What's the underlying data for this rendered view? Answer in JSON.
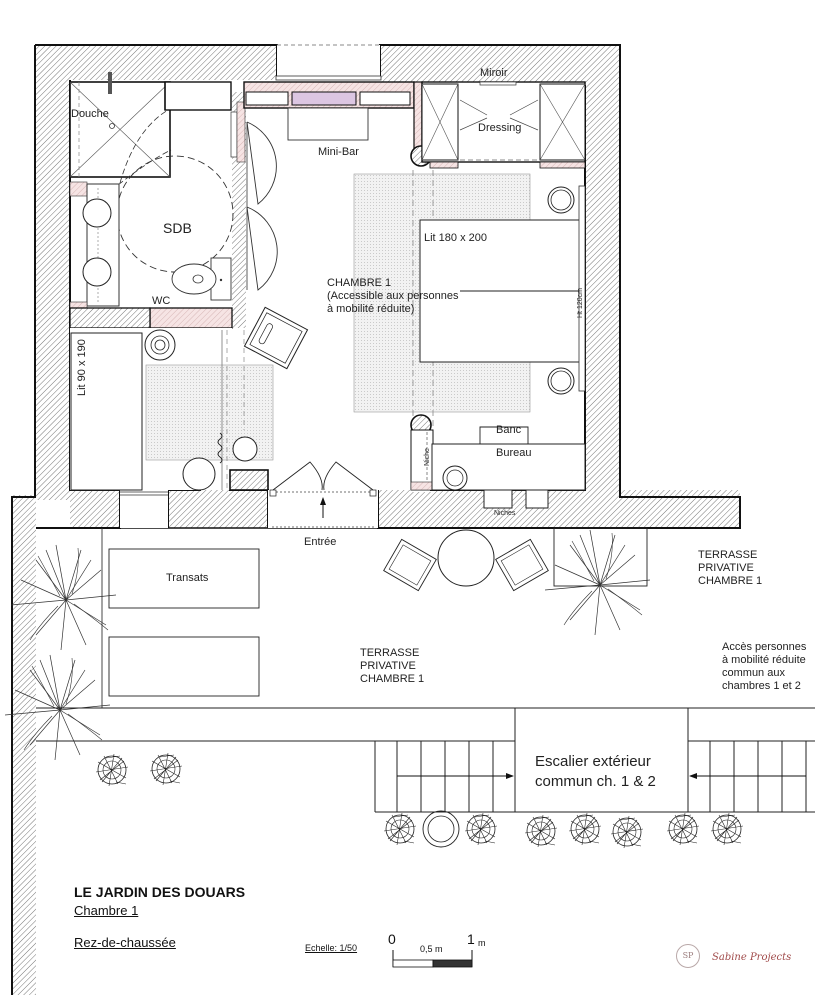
{
  "plan": {
    "project": "LE JARDIN DES DOUARS",
    "room": "Chambre 1",
    "level": "Rez-de-chaussée",
    "scale": {
      "label": "Echelle: 1/50",
      "start": "0",
      "mid": "0,5 m",
      "end": "1",
      "end_unit": "m"
    },
    "brand": "Sabine Projects",
    "brand_logo": "SP"
  },
  "rooms": {
    "shower": "Douche",
    "bathroom": "SDB",
    "wc": "WC",
    "minibar": "Mini-Bar",
    "mirror": "Miroir",
    "dressing": "Dressing",
    "bed_double": "Lit 180 x 200",
    "headboard_height": "Ht 120cm",
    "bedroom_title": "CHAMBRE 1",
    "bedroom_note": "(Accessible aux personnes\nà mobilité réduite)",
    "bed_single": "Lit 90 x 190",
    "bench": "Banc",
    "desk": "Bureau",
    "niche": "Niche",
    "niches": "Niches",
    "entrance": "Entrée"
  },
  "exterior": {
    "loungers": "Transats",
    "terrace_right": "TERRASSE\nPRIVATIVE\nCHAMBRE 1",
    "terrace_center": "TERRASSE\nPRIVATIVE\nCHAMBRE 1",
    "accessibility_note": "Accès personnes\nà mobilité réduite\ncommun aux\nchambres 1 et 2",
    "stairs": "Escalier extérieur\ncommun ch. 1 & 2"
  },
  "colors": {
    "wall_hatch": "#555555",
    "partition_fill": "#f3dede",
    "minibar_fill": "#e6d4ea",
    "rug_fill": "#eeeeee",
    "brand": "#a04a4a"
  }
}
